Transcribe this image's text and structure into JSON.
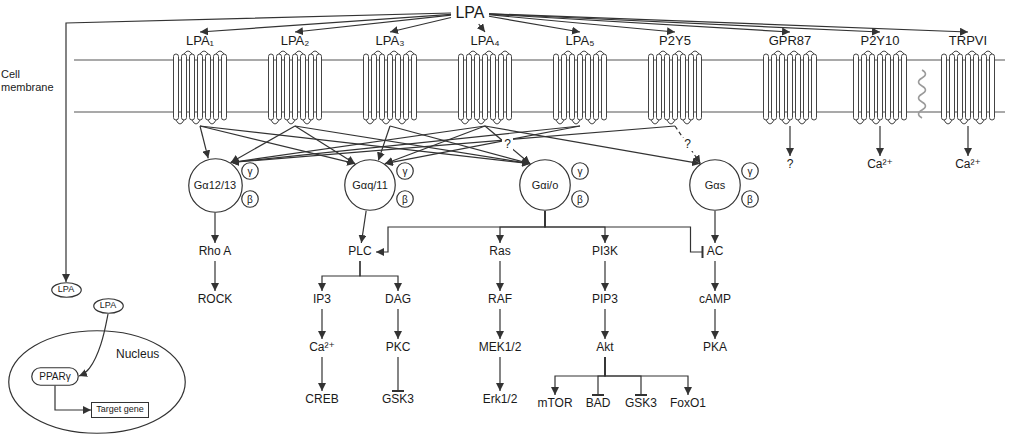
{
  "diagram": {
    "nodes": [
      {
        "text": [
          "LPA"
        ]
      },
      {
        "text": [
          "LPA₁"
        ]
      },
      {
        "text": [
          "LPA₂"
        ]
      },
      {
        "text": [
          "LPA₃"
        ]
      },
      {
        "text": [
          "LPA₄"
        ]
      },
      {
        "text": [
          "LPA₅"
        ]
      },
      {
        "text": [
          "P2Y5"
        ]
      },
      {
        "text": [
          "GPR87"
        ]
      },
      {
        "text": [
          "P2Y10"
        ]
      },
      {
        "text": [
          "TRPVI"
        ]
      },
      {
        "text": [
          "Gα12/13"
        ]
      },
      {
        "text": [
          "γ"
        ]
      },
      {
        "text": [
          "β"
        ]
      },
      {
        "text": [
          "Gαq/11"
        ]
      },
      {
        "text": [
          "γ"
        ]
      },
      {
        "text": [
          "β"
        ]
      },
      {
        "text": [
          "Gαi/o"
        ]
      },
      {
        "text": [
          "γ"
        ]
      },
      {
        "text": [
          "β"
        ]
      },
      {
        "text": [
          "Gαs"
        ]
      },
      {
        "text": [
          "γ"
        ]
      },
      {
        "text": [
          "β"
        ]
      },
      {
        "text": [
          "?"
        ]
      },
      {
        "text": [
          "Ca²⁺"
        ]
      },
      {
        "text": [
          "Ca²⁺"
        ]
      },
      {
        "text": [
          "Rho A"
        ]
      },
      {
        "text": [
          "ROCK"
        ]
      },
      {
        "text": [
          "PLC"
        ]
      },
      {
        "text": [
          "IP3"
        ]
      },
      {
        "text": [
          "DAG"
        ]
      },
      {
        "text": [
          "Ca²⁺"
        ]
      },
      {
        "text": [
          "CREB"
        ]
      },
      {
        "text": [
          "PKC"
        ]
      },
      {
        "text": [
          "GSK3"
        ]
      },
      {
        "text": [
          "Ras"
        ]
      },
      {
        "text": [
          "RAF"
        ]
      },
      {
        "text": [
          "MEK1/2"
        ]
      },
      {
        "text": [
          "Erk1/2"
        ]
      },
      {
        "text": [
          "PI3K"
        ]
      },
      {
        "text": [
          "PIP3"
        ]
      },
      {
        "text": [
          "Akt"
        ]
      },
      {
        "text": [
          "mTOR"
        ]
      },
      {
        "text": [
          "BAD"
        ]
      },
      {
        "text": [
          "GSK3"
        ]
      },
      {
        "text": [
          "FoxO1"
        ]
      },
      {
        "text": [
          "AC"
        ]
      },
      {
        "text": [
          "cAMP"
        ]
      },
      {
        "text": [
          "PKA"
        ]
      },
      {
        "text": [
          "LPA"
        ]
      },
      {
        "text": [
          "LPA"
        ]
      },
      {
        "text": [
          "Nucleus"
        ]
      },
      {
        "text": [
          "PPARγ"
        ],
        "in": 50
      },
      {
        "text": [
          "Target gene"
        ],
        "in": 50
      }
    ],
    "edges": [
      {
        "from": 0,
        "to": 1,
        "arrow": "to"
      },
      {
        "from": 0,
        "to": 2,
        "arrow": "to"
      },
      {
        "from": 0,
        "to": 3,
        "arrow": "to"
      },
      {
        "from": 0,
        "to": 4,
        "arrow": "to"
      },
      {
        "from": 0,
        "to": 5,
        "arrow": "to"
      },
      {
        "from": 0,
        "to": 6,
        "arrow": "to"
      },
      {
        "from": 0,
        "to": 7,
        "arrow": "to"
      },
      {
        "from": 0,
        "to": 8,
        "arrow": "to"
      },
      {
        "from": 0,
        "to": 9,
        "arrow": "to"
      },
      {
        "from": 0,
        "to": 48,
        "arrow": "to"
      },
      {
        "from": 1,
        "to": 10,
        "arrow": "to"
      },
      {
        "from": 1,
        "to": 13,
        "arrow": "to"
      },
      {
        "from": 1,
        "to": 16,
        "arrow": "to"
      },
      {
        "from": 2,
        "to": 10,
        "arrow": "to"
      },
      {
        "from": 2,
        "to": 13,
        "arrow": "to"
      },
      {
        "from": 2,
        "to": 16,
        "arrow": "to"
      },
      {
        "from": 3,
        "to": 13,
        "arrow": "to"
      },
      {
        "from": 3,
        "to": 16,
        "arrow": "to"
      },
      {
        "from": 4,
        "to": 10,
        "arrow": "to"
      },
      {
        "from": 4,
        "to": 13,
        "arrow": "to"
      },
      {
        "from": 4,
        "to": 16,
        "arrow": "to",
        "label": "?"
      },
      {
        "from": 4,
        "to": 19,
        "arrow": "to"
      },
      {
        "from": 5,
        "to": 10,
        "arrow": "to"
      },
      {
        "from": 5,
        "to": 13,
        "arrow": "to"
      },
      {
        "from": 6,
        "to": 10,
        "arrow": "to"
      },
      {
        "from": 6,
        "to": 19,
        "arrow": "to",
        "label": "?"
      },
      {
        "from": 7,
        "to": 22,
        "arrow": "to"
      },
      {
        "from": 8,
        "to": 23,
        "arrow": "to"
      },
      {
        "from": 9,
        "to": 24,
        "arrow": "to"
      },
      {
        "from": 10,
        "to": 25,
        "arrow": "to"
      },
      {
        "from": 25,
        "to": 26,
        "arrow": "to"
      },
      {
        "from": 13,
        "to": 27,
        "arrow": "to"
      },
      {
        "from": 16,
        "to": 27,
        "arrow": "to"
      },
      {
        "from": 27,
        "to": 28,
        "arrow": "to"
      },
      {
        "from": 27,
        "to": 29,
        "arrow": "to"
      },
      {
        "from": 28,
        "to": 30,
        "arrow": "to"
      },
      {
        "from": 30,
        "to": 31,
        "arrow": "to"
      },
      {
        "from": 29,
        "to": 32,
        "arrow": "to"
      },
      {
        "from": 32,
        "to": 33,
        "arrow": "to"
      },
      {
        "from": 16,
        "to": 34,
        "arrow": "to"
      },
      {
        "from": 34,
        "to": 35,
        "arrow": "to"
      },
      {
        "from": 35,
        "to": 36,
        "arrow": "to"
      },
      {
        "from": 36,
        "to": 37,
        "arrow": "to"
      },
      {
        "from": 16,
        "to": 38,
        "arrow": "to"
      },
      {
        "from": 38,
        "to": 39,
        "arrow": "to"
      },
      {
        "from": 39,
        "to": 40,
        "arrow": "to"
      },
      {
        "from": 40,
        "to": 41,
        "arrow": "to"
      },
      {
        "from": 40,
        "to": 42,
        "arrow": "to"
      },
      {
        "from": 40,
        "to": 43,
        "arrow": "to"
      },
      {
        "from": 40,
        "to": 44,
        "arrow": "to"
      },
      {
        "from": 16,
        "to": 45,
        "arrow": "to"
      },
      {
        "from": 19,
        "to": 45,
        "arrow": "to"
      },
      {
        "from": 45,
        "to": 46,
        "arrow": "to"
      },
      {
        "from": 46,
        "to": 47,
        "arrow": "to"
      },
      {
        "from": 49,
        "to": 51,
        "arrow": "to"
      },
      {
        "from": 51,
        "to": 52,
        "arrow": "to"
      }
    ],
    "labels": [
      "Cell membrane"
    ]
  }
}
